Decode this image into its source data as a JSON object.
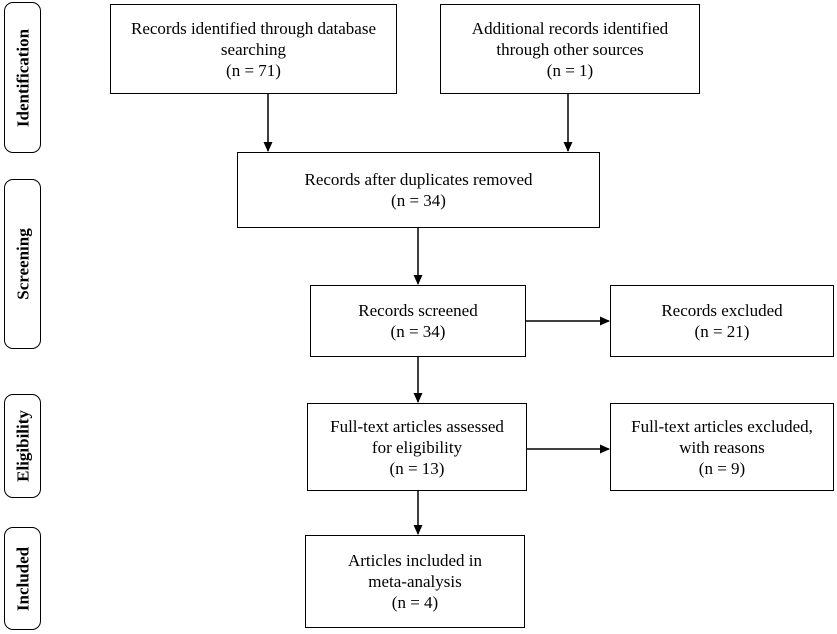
{
  "phases": {
    "identification": "Identification",
    "screening": "Screening",
    "eligibility": "Eligibility",
    "included": "Included"
  },
  "boxes": {
    "database_records": {
      "line1": "Records identified through database",
      "line2": "searching",
      "count": "(n = 71)"
    },
    "other_records": {
      "line1": "Additional records identified",
      "line2": "through other sources",
      "count": "(n = 1)"
    },
    "duplicates_removed": {
      "line1": "Records after duplicates removed",
      "count": "(n = 34)"
    },
    "screened": {
      "line1": "Records screened",
      "count": "(n = 34)"
    },
    "excluded": {
      "line1": "Records excluded",
      "count": "(n = 21)"
    },
    "fulltext_assessed": {
      "line1": "Full-text articles assessed",
      "line2": "for eligibility",
      "count": "(n = 13)"
    },
    "fulltext_excluded": {
      "line1": "Full-text articles excluded,",
      "line2": "with reasons",
      "count": "(n = 9)"
    },
    "included": {
      "line1": "Articles included in",
      "line2": "meta-analysis",
      "count": "(n = 4)"
    }
  }
}
